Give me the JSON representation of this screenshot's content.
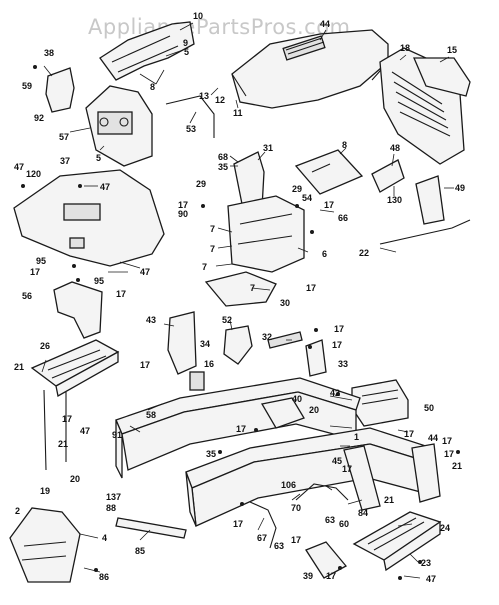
{
  "watermark": "AppliancePartsPros.com",
  "callouts": [
    {
      "id": "c1",
      "label": "10"
    },
    {
      "id": "c2",
      "label": "9"
    },
    {
      "id": "c3",
      "label": "8"
    },
    {
      "id": "c4",
      "label": "44"
    },
    {
      "id": "c5",
      "label": "18"
    },
    {
      "id": "c6",
      "label": "15"
    },
    {
      "id": "c7",
      "label": "38"
    },
    {
      "id": "c8",
      "label": "59"
    },
    {
      "id": "c9",
      "label": "92"
    },
    {
      "id": "c10",
      "label": "57"
    },
    {
      "id": "c11",
      "label": "5"
    },
    {
      "id": "c12",
      "label": "13"
    },
    {
      "id": "c13",
      "label": "12"
    },
    {
      "id": "c14",
      "label": "11"
    },
    {
      "id": "c15",
      "label": "53"
    },
    {
      "id": "c16",
      "label": "47"
    },
    {
      "id": "c17",
      "label": "120"
    },
    {
      "id": "c18",
      "label": "37"
    },
    {
      "id": "c19",
      "label": "47"
    },
    {
      "id": "c20",
      "label": "68"
    },
    {
      "id": "c21",
      "label": "35"
    },
    {
      "id": "c22",
      "label": "31"
    },
    {
      "id": "c23",
      "label": "8"
    },
    {
      "id": "c24",
      "label": "48"
    },
    {
      "id": "c25",
      "label": "130"
    },
    {
      "id": "c26",
      "label": "49"
    },
    {
      "id": "c27",
      "label": "29"
    },
    {
      "id": "c28",
      "label": "17"
    },
    {
      "id": "c29",
      "label": "90"
    },
    {
      "id": "c30",
      "label": "29"
    },
    {
      "id": "c31",
      "label": "54"
    },
    {
      "id": "c32",
      "label": "17"
    },
    {
      "id": "c33",
      "label": "66"
    },
    {
      "id": "c34",
      "label": "7"
    },
    {
      "id": "c35",
      "label": "7"
    },
    {
      "id": "c36",
      "label": "6"
    },
    {
      "id": "c37",
      "label": "17"
    },
    {
      "id": "c38",
      "label": "7"
    },
    {
      "id": "c39",
      "label": "7"
    },
    {
      "id": "c40",
      "label": "30"
    },
    {
      "id": "c41",
      "label": "22"
    },
    {
      "id": "c42",
      "label": "47"
    },
    {
      "id": "c43",
      "label": "95"
    },
    {
      "id": "c44",
      "label": "17"
    },
    {
      "id": "c45",
      "label": "95"
    },
    {
      "id": "c46",
      "label": "17"
    },
    {
      "id": "c47",
      "label": "56"
    },
    {
      "id": "c48",
      "label": "43"
    },
    {
      "id": "c49",
      "label": "52"
    },
    {
      "id": "c50",
      "label": "34"
    },
    {
      "id": "c51",
      "label": "17"
    },
    {
      "id": "c52",
      "label": "32"
    },
    {
      "id": "c53",
      "label": "17"
    },
    {
      "id": "c54",
      "label": "33"
    },
    {
      "id": "c55",
      "label": "26"
    },
    {
      "id": "c56",
      "label": "21"
    },
    {
      "id": "c57",
      "label": "16"
    },
    {
      "id": "c58",
      "label": "17"
    },
    {
      "id": "c59",
      "label": "58"
    },
    {
      "id": "c60",
      "label": "42"
    },
    {
      "id": "c61",
      "label": "40"
    },
    {
      "id": "c62",
      "label": "20"
    },
    {
      "id": "c63",
      "label": "50"
    },
    {
      "id": "c64",
      "label": "47"
    },
    {
      "id": "c65",
      "label": "17"
    },
    {
      "id": "c66",
      "label": "91"
    },
    {
      "id": "c67",
      "label": "17"
    },
    {
      "id": "c68",
      "label": "1"
    },
    {
      "id": "c69",
      "label": "17"
    },
    {
      "id": "c70",
      "label": "44"
    },
    {
      "id": "c71",
      "label": "17"
    },
    {
      "id": "c72",
      "label": "21"
    },
    {
      "id": "c73",
      "label": "17"
    },
    {
      "id": "c74",
      "label": "35"
    },
    {
      "id": "c75",
      "label": "45"
    },
    {
      "id": "c76",
      "label": "17"
    },
    {
      "id": "c77",
      "label": "21"
    },
    {
      "id": "c78",
      "label": "20"
    },
    {
      "id": "c79",
      "label": "19"
    },
    {
      "id": "c80",
      "label": "137"
    },
    {
      "id": "c81",
      "label": "88"
    },
    {
      "id": "c82",
      "label": "106"
    },
    {
      "id": "c83",
      "label": "70"
    },
    {
      "id": "c84",
      "label": "84"
    },
    {
      "id": "c85",
      "label": "21"
    },
    {
      "id": "c86",
      "label": "63"
    },
    {
      "id": "c87",
      "label": "60"
    },
    {
      "id": "c88",
      "label": "2"
    },
    {
      "id": "c89",
      "label": "4"
    },
    {
      "id": "c90",
      "label": "17"
    },
    {
      "id": "c91",
      "label": "67"
    },
    {
      "id": "c92",
      "label": "63"
    },
    {
      "id": "c93",
      "label": "17"
    },
    {
      "id": "c94",
      "label": "24"
    },
    {
      "id": "c95",
      "label": "85"
    },
    {
      "id": "c96",
      "label": "23"
    },
    {
      "id": "c97",
      "label": "86"
    },
    {
      "id": "c98",
      "label": "39"
    },
    {
      "id": "c99",
      "label": "17"
    },
    {
      "id": "c100",
      "label": "5"
    },
    {
      "id": "c101",
      "label": "47"
    }
  ]
}
